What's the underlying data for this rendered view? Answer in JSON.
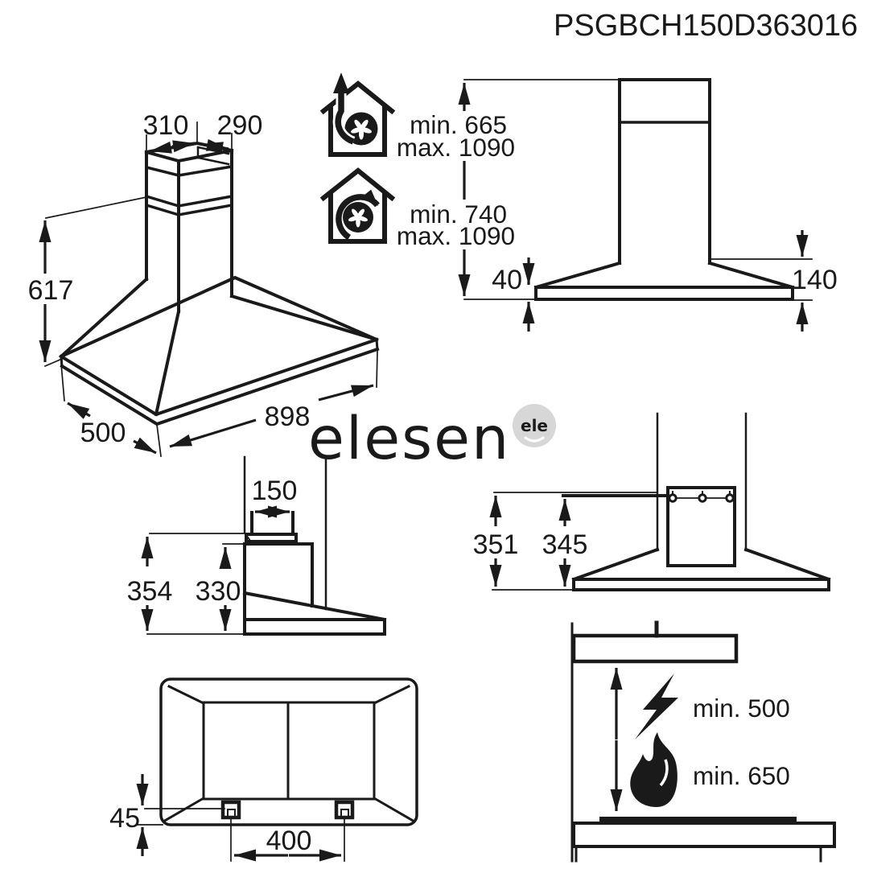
{
  "title": "PSGBCH150D363016",
  "colors": {
    "line": "#1a1a1a",
    "watermark": "#d7d7d7"
  },
  "watermark": {
    "text": "elesen",
    "badge_text": "ele"
  },
  "perspective_view": {
    "chimney_top_width": "310",
    "chimney_top_depth": "290",
    "total_height": "617",
    "hood_width": "898",
    "hood_depth": "500"
  },
  "mounting_heights": {
    "exhaust": {
      "icon": "house-exhaust-fan-icon",
      "min": "min. 665",
      "max": "max. 1090"
    },
    "recirculation": {
      "icon": "house-recirculation-fan-icon",
      "min": "min. 740",
      "max": "max. 1090"
    }
  },
  "front_view": {
    "base_rim_height": "40",
    "canopy_edge_height": "140"
  },
  "side_view": {
    "duct_collar_width": "150",
    "height_incl_collar": "354",
    "body_height": "330"
  },
  "rear_view": {
    "height_to_bracket_top": "351",
    "height_to_screw_holes": "345"
  },
  "bottom_view": {
    "mount_offset_from_edge": "45",
    "mount_hole_spacing": "400"
  },
  "clearances": {
    "electric_hob": {
      "icon": "lightning-icon",
      "label": "min. 500"
    },
    "gas_hob": {
      "icon": "flame-icon",
      "label": "min. 650"
    }
  }
}
